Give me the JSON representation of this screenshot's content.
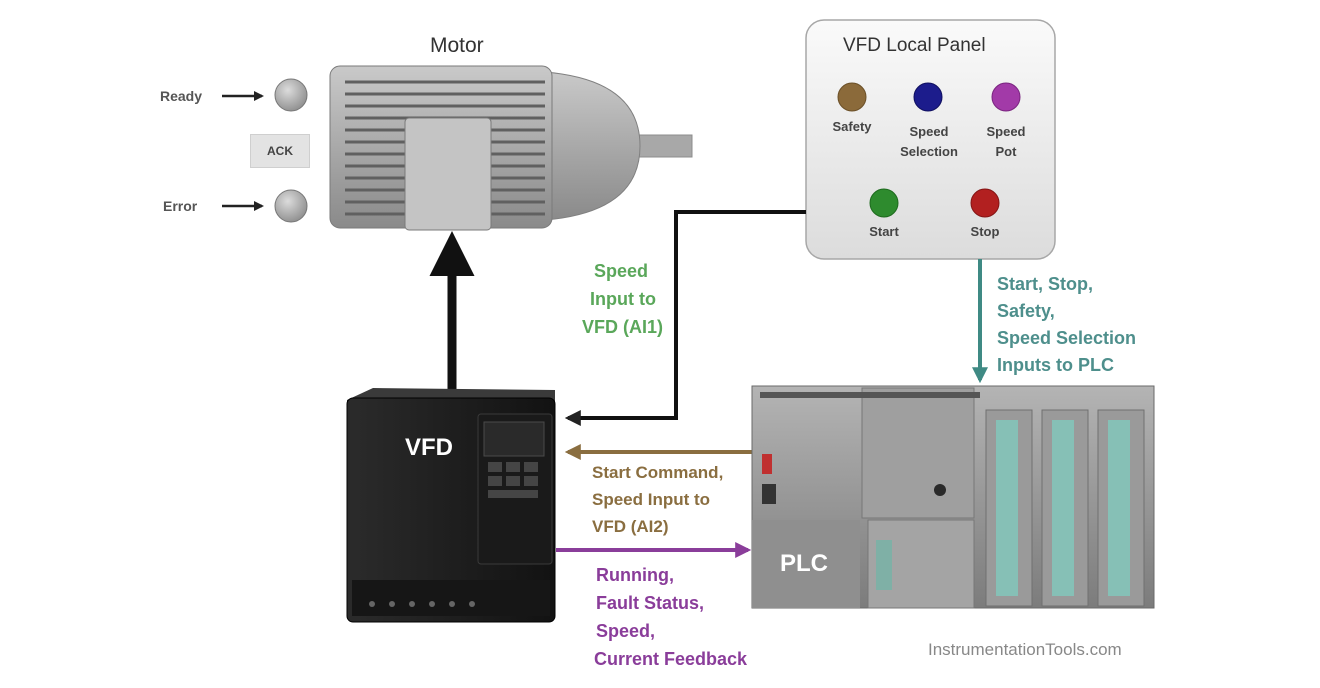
{
  "motor": {
    "title": "Motor"
  },
  "indicators": {
    "ready": "Ready",
    "ack": "ACK",
    "error": "Error"
  },
  "vfd_panel": {
    "title": "VFD Local Panel",
    "buttons": [
      {
        "label": "Safety",
        "color": "#8b6a3a"
      },
      {
        "label": "Speed\nSelection",
        "color": "#1c1c8c"
      },
      {
        "label": "Speed\nPot",
        "color": "#a23aa8"
      },
      {
        "label": "Start",
        "color": "#2e8b2e"
      },
      {
        "label": "Stop",
        "color": "#b22020"
      }
    ]
  },
  "signals": {
    "speed_input_ai1": [
      "Speed",
      "Input to",
      "VFD (AI1)"
    ],
    "panel_to_plc": [
      "Start, Stop,",
      "Safety,",
      "Speed Selection",
      "Inputs to PLC"
    ],
    "start_command": [
      "Start Command,",
      "Speed Input to",
      "VFD (AI2)"
    ],
    "feedback": [
      "Running,",
      "Fault Status,",
      "Speed,",
      "Current Feedback"
    ]
  },
  "devices": {
    "vfd": "VFD",
    "plc": "PLC"
  },
  "watermark": "InstrumentationTools.com",
  "colors": {
    "speed_ai1": "#5aa75a",
    "panel_link": "#4e8f8c",
    "start_cmd": "#8a6e40",
    "feedback": "#8a3d9a"
  }
}
